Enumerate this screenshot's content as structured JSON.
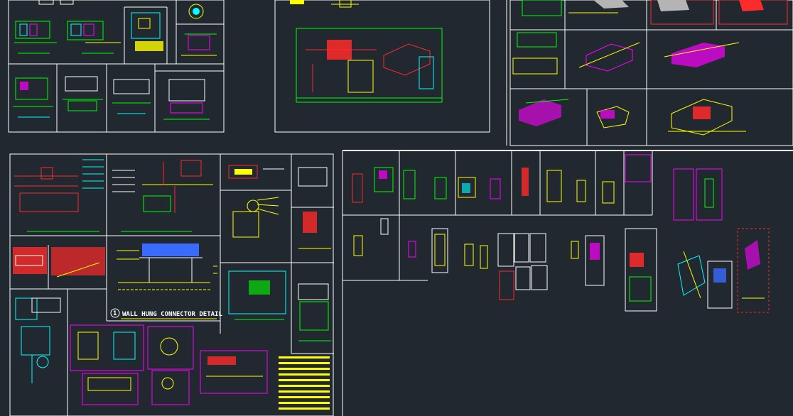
{
  "app": {
    "title": "HVAC Details"
  },
  "labels": {
    "wall_hung_connector_detail": "WALL HUNG CONNECTOR DETAIL",
    "callout_number": "1"
  },
  "colors": {
    "background": "#212830",
    "frame": "#ffffff",
    "red": "#ff2a2a",
    "yellow": "#ffff00",
    "green": "#00ff00",
    "cyan": "#00ffff",
    "magenta": "#ff00ff",
    "blue": "#3a6bff",
    "gray": "#b4b4b4"
  },
  "icons": {
    "sheet": "drawing-sheet-icon",
    "callout": "callout-bubble-icon"
  }
}
